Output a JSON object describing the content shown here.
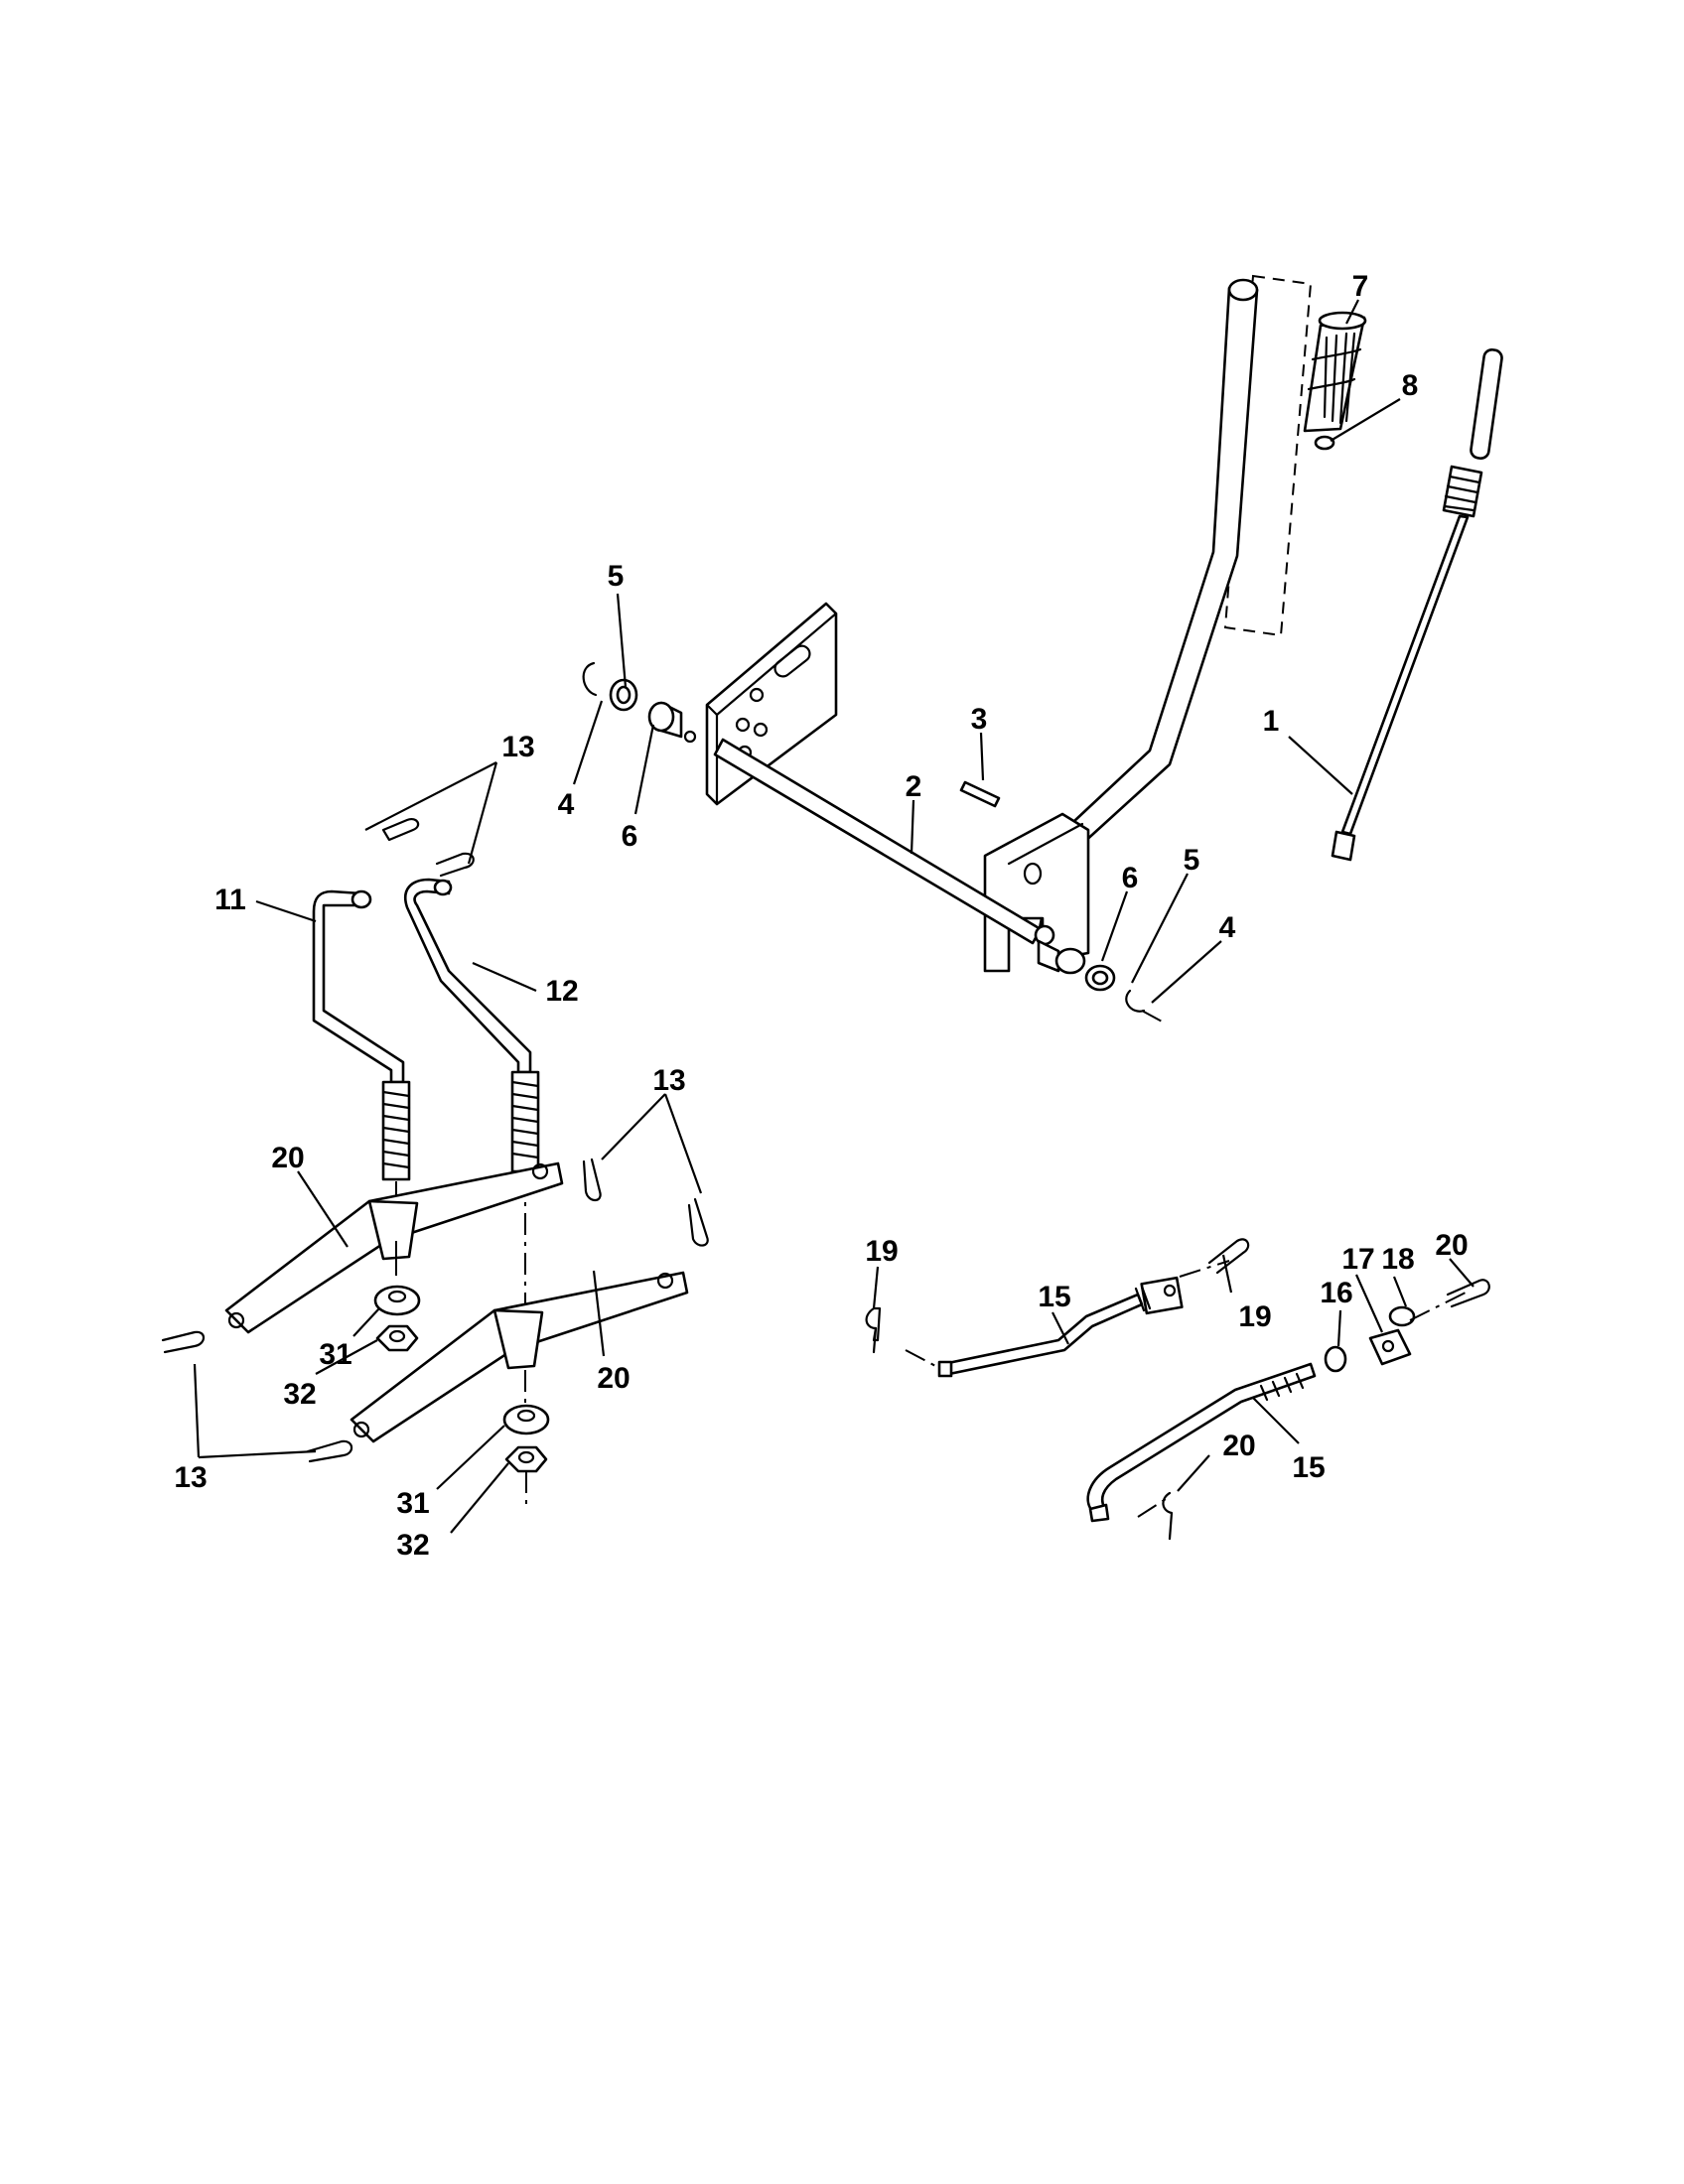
{
  "callouts": [
    {
      "id": "c1",
      "text": "1"
    },
    {
      "id": "c2",
      "text": "2"
    },
    {
      "id": "c3",
      "text": "3"
    },
    {
      "id": "c4a",
      "text": "4"
    },
    {
      "id": "c4b",
      "text": "4"
    },
    {
      "id": "c5a",
      "text": "5"
    },
    {
      "id": "c5b",
      "text": "5"
    },
    {
      "id": "c6a",
      "text": "6"
    },
    {
      "id": "c6b",
      "text": "6"
    },
    {
      "id": "c7",
      "text": "7"
    },
    {
      "id": "c8",
      "text": "8"
    },
    {
      "id": "c11",
      "text": "11"
    },
    {
      "id": "c12",
      "text": "12"
    },
    {
      "id": "c13a",
      "text": "13"
    },
    {
      "id": "c13b",
      "text": "13"
    },
    {
      "id": "c13c",
      "text": "13"
    },
    {
      "id": "c15a",
      "text": "15"
    },
    {
      "id": "c15b",
      "text": "15"
    },
    {
      "id": "c16",
      "text": "16"
    },
    {
      "id": "c17",
      "text": "17"
    },
    {
      "id": "c18",
      "text": "18"
    },
    {
      "id": "c19a",
      "text": "19"
    },
    {
      "id": "c19b",
      "text": "19"
    },
    {
      "id": "c20a",
      "text": "20"
    },
    {
      "id": "c20b",
      "text": "20"
    },
    {
      "id": "c20c",
      "text": "20"
    },
    {
      "id": "c20d",
      "text": "20"
    },
    {
      "id": "c31a",
      "text": "31"
    },
    {
      "id": "c31b",
      "text": "31"
    },
    {
      "id": "c32a",
      "text": "32"
    },
    {
      "id": "c32b",
      "text": "32"
    }
  ]
}
